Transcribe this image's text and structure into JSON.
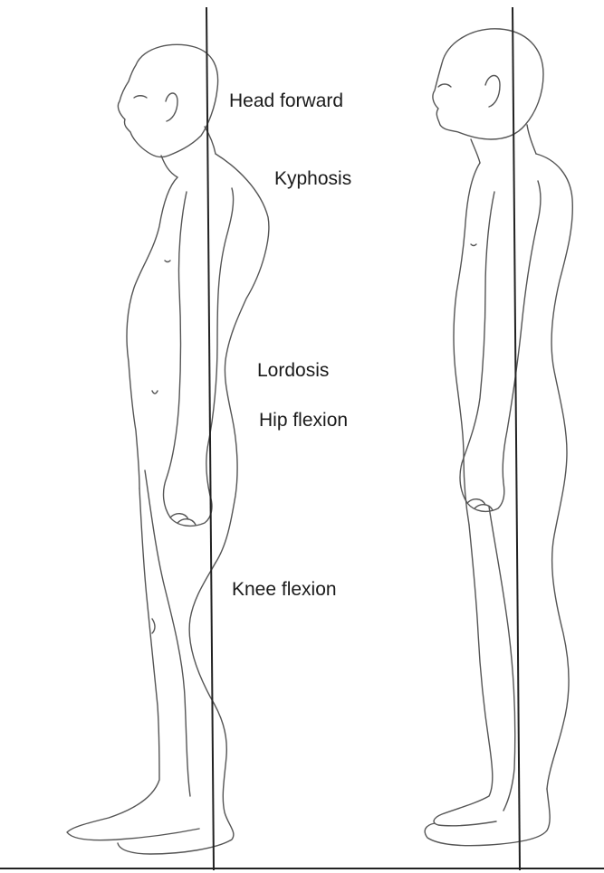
{
  "labels": {
    "head_forward": "Head forward",
    "kyphosis": "Kyphosis",
    "lordosis": "Lordosis",
    "hip_flexion": "Hip flexion",
    "knee_flexion": "Knee flexion"
  },
  "colors": {
    "line": "#222222",
    "outline": "#555555",
    "background": "#ffffff"
  }
}
